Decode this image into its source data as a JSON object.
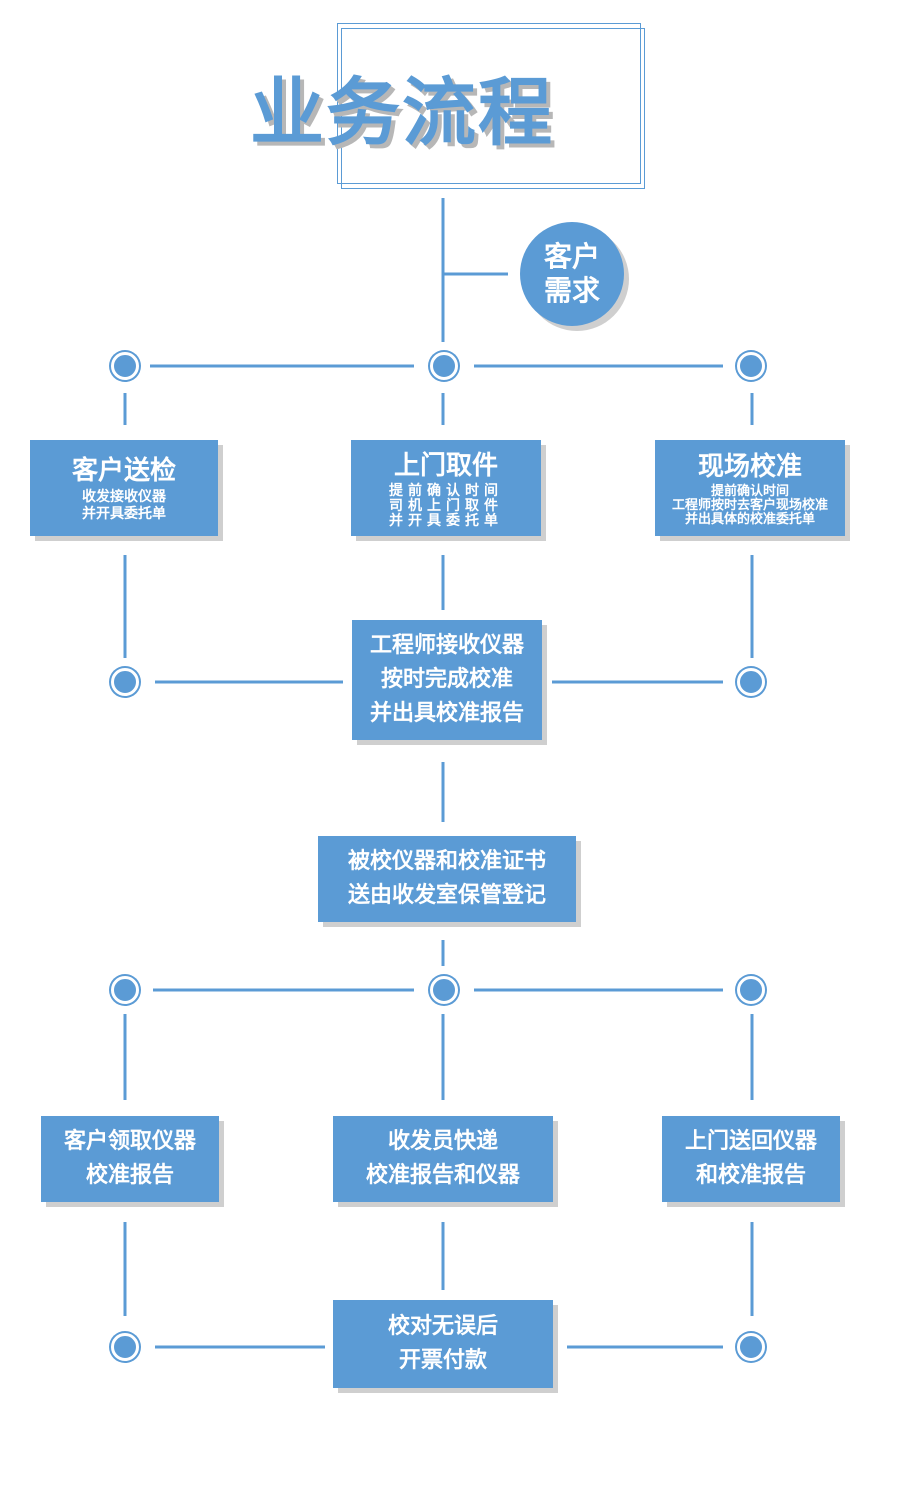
{
  "title": "业务流程",
  "start": {
    "line1": "客户",
    "line2": "需求"
  },
  "branches": [
    {
      "title": "客户送检",
      "lines": [
        "收发接收仪器",
        "并开具委托单"
      ]
    },
    {
      "title": "上门取件",
      "lines": [
        "提前确认时间",
        "司机上门取件",
        "并开具委托单"
      ]
    },
    {
      "title": "现场校准",
      "lines": [
        "提前确认时间",
        "工程师按时去客户现场校准",
        "并出具体的校准委托单"
      ]
    }
  ],
  "calibration": {
    "lines": [
      "工程师接收仪器",
      "按时完成校准",
      "并出具校准报告"
    ]
  },
  "storage": {
    "lines": [
      "被校仪器和校准证书",
      "送由收发室保管登记"
    ]
  },
  "returns": [
    {
      "lines": [
        "客户领取仪器",
        "校准报告"
      ]
    },
    {
      "lines": [
        "收发员快递",
        "校准报告和仪器"
      ]
    },
    {
      "lines": [
        "上门送回仪器",
        "和校准报告"
      ]
    }
  ],
  "payment": {
    "lines": [
      "校对无误后",
      "开票付款"
    ]
  },
  "colors": {
    "accent": "#5b9bd5",
    "shadow": "#cfcfcf"
  }
}
